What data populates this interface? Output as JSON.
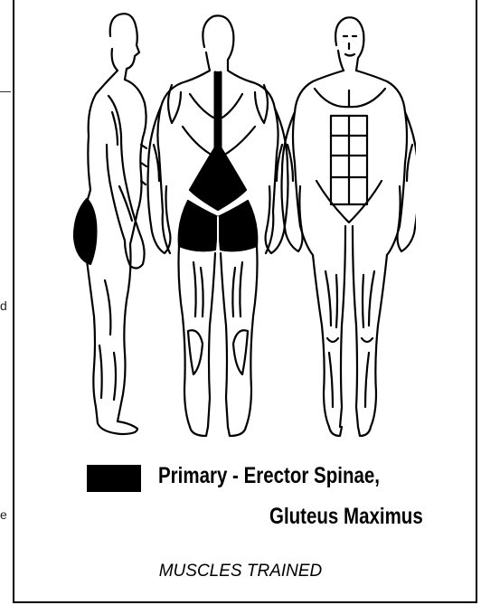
{
  "legend": {
    "swatch_color": "#000000",
    "line1": "Primary - Erector Spinae,",
    "line2": "Gluteus Maximus"
  },
  "caption": "MUSCLES TRAINED",
  "margin_fragments": [
    "d",
    "e"
  ],
  "figures": [
    "side-view",
    "back-view",
    "front-view"
  ]
}
